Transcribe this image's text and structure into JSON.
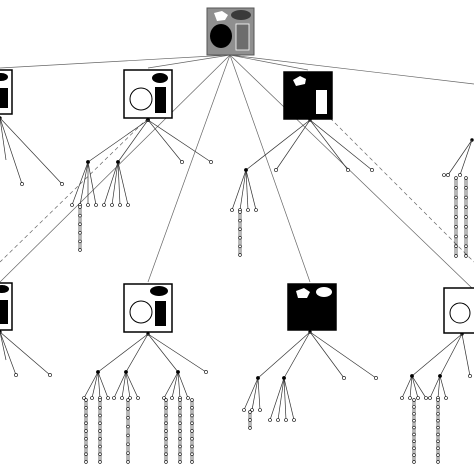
{
  "figure": {
    "kind": "hierarchical image segmentation tree",
    "palette": {
      "background": "#ffffff",
      "ink": "#000000",
      "root_panel": "#8f8f8f",
      "root_panel_light": "#cfcfcf",
      "root_rect": "#7a7a7a",
      "edge": "#555555",
      "thumb_border": "#000000"
    },
    "root": {
      "label": ""
    },
    "thumbnails": [
      {
        "id": "top-left",
        "variant": "white-bg-black-shapes"
      },
      {
        "id": "top-center",
        "variant": "white-bg-outline-circle"
      },
      {
        "id": "top-right",
        "variant": "black-bg-white-shapes"
      },
      {
        "id": "bottom-left",
        "variant": "white-bg-black-shapes"
      },
      {
        "id": "bottom-center-left",
        "variant": "white-bg-outline-circle"
      },
      {
        "id": "bottom-center-right",
        "variant": "black-bg-white-blobs"
      },
      {
        "id": "bottom-right",
        "variant": "white-bg-outline-circle"
      }
    ]
  }
}
